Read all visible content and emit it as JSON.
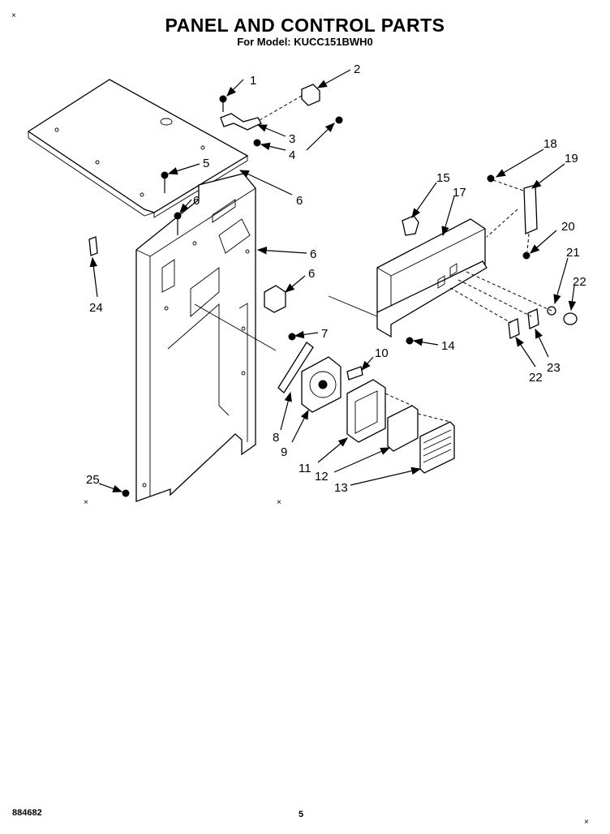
{
  "header": {
    "title": "PANEL AND CONTROL PARTS",
    "model": "For Model: KUCC151BWH0"
  },
  "footer": {
    "doc_number": "884682",
    "page_number": "5"
  },
  "callouts": [
    "1",
    "2",
    "3",
    "4",
    "5",
    "6",
    "6",
    "6",
    "6",
    "7",
    "8",
    "9",
    "10",
    "11",
    "12",
    "13",
    "14",
    "15",
    "17",
    "18",
    "19",
    "20",
    "21",
    "22",
    "22",
    "23",
    "24",
    "25"
  ]
}
